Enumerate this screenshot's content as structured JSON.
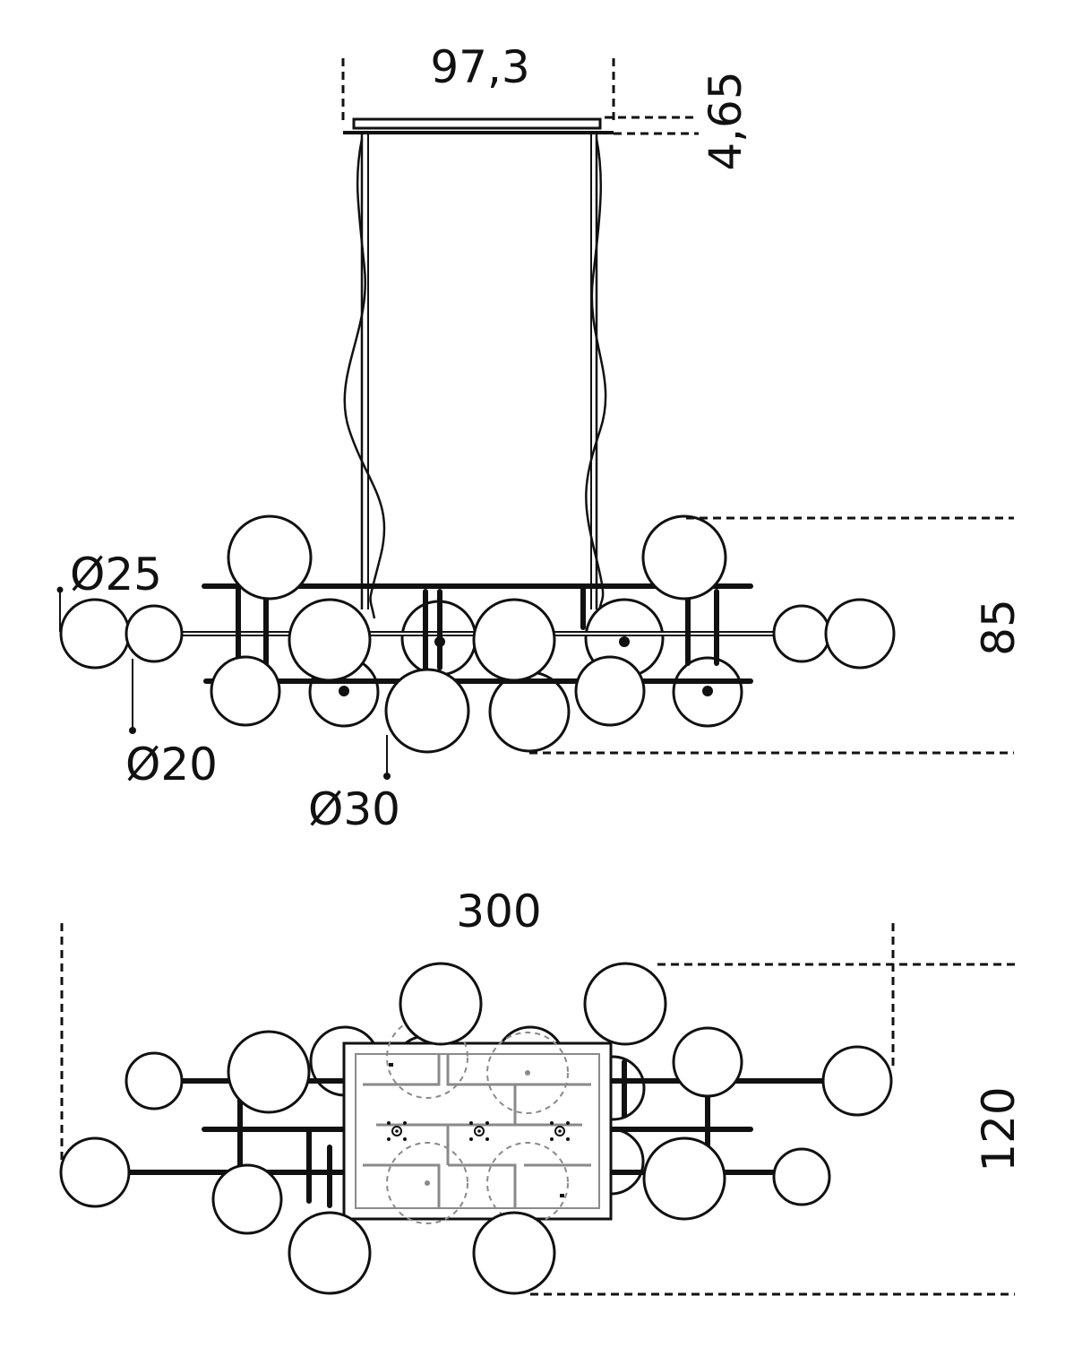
{
  "front_view": {
    "canopy_width": "97,3",
    "canopy_height": "4,65",
    "fixture_height": "85",
    "globe_large": "Ø25",
    "globe_small": "Ø20",
    "globe_xlarge": "Ø30"
  },
  "top_view": {
    "overall_length": "300",
    "overall_depth": "120"
  },
  "colors": {
    "line": "#111111",
    "hidden_line": "#8a8a8a",
    "background": "#ffffff"
  }
}
